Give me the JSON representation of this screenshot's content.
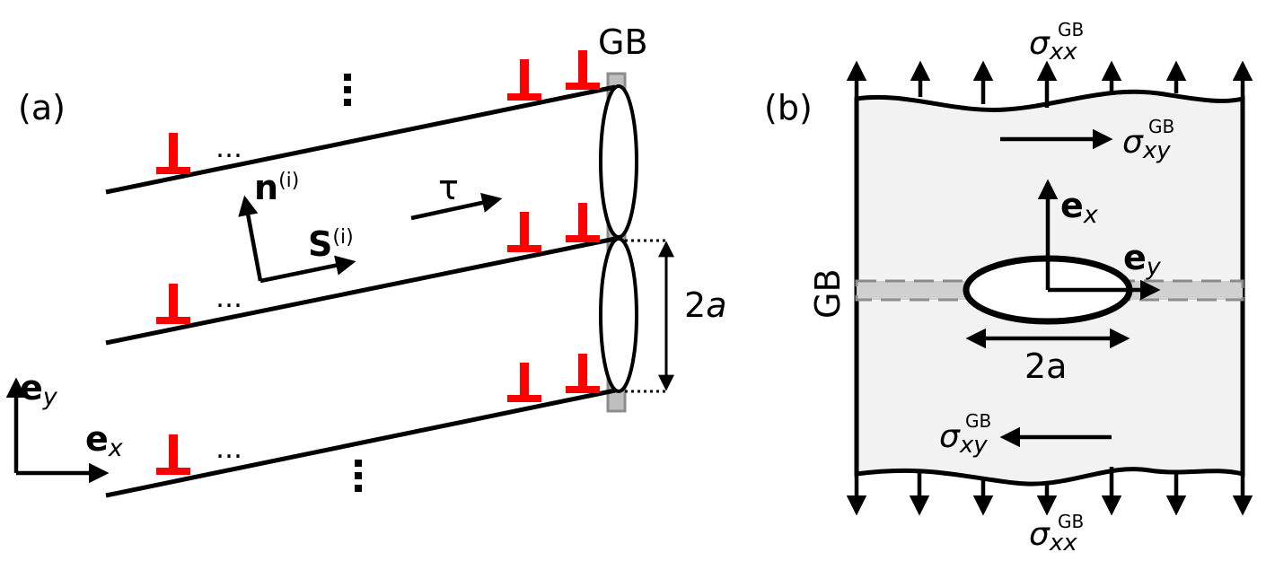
{
  "panel_a": {
    "label": "(a)",
    "gb_label": "GB",
    "ellipsis_h": "…",
    "ellipsis_v": "⋮",
    "n_vector": {
      "symbol": "n",
      "superscript": "(i)"
    },
    "s_vector": {
      "symbol": "S",
      "superscript": "(i)"
    },
    "tau": "τ",
    "crack_size": {
      "value": "2",
      "variable": "a"
    },
    "basis_y": {
      "symbol": "e",
      "subscript": "y"
    },
    "basis_x": {
      "symbol": "e",
      "subscript": "x"
    },
    "dislocation_symbol": "⊥",
    "dislocation_color": "#ff0000"
  },
  "panel_b": {
    "label": "(b)",
    "gb_label": "GB",
    "sigma_xx_top": {
      "symbol": "σ",
      "sub": "xx",
      "sup": "GB"
    },
    "sigma_xx_bottom": {
      "symbol": "σ",
      "sub": "xx",
      "sup": "GB"
    },
    "sigma_xy_top": {
      "symbol": "σ",
      "sub": "xy",
      "sup": "GB"
    },
    "sigma_xy_bottom": {
      "symbol": "σ",
      "sub": "xy",
      "sup": "GB"
    },
    "basis_x": {
      "symbol": "e",
      "subscript": "x"
    },
    "basis_y": {
      "symbol": "e",
      "subscript": "y"
    },
    "crack_size": "2a",
    "fill_color": "#f2f2f2",
    "gb_band_color": "#cccccc"
  }
}
